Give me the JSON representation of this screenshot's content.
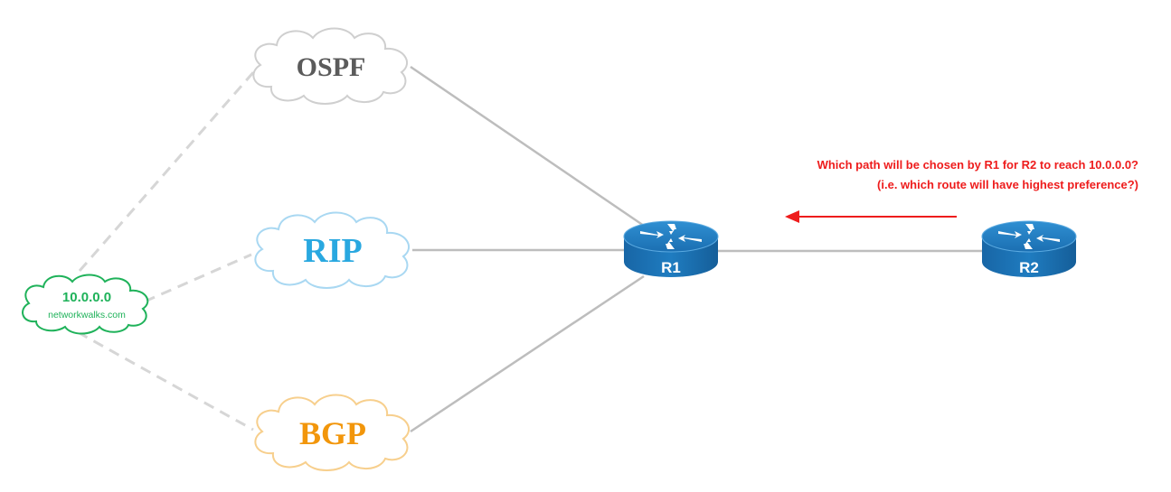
{
  "colors": {
    "ospf": "#5b5b5b",
    "rip": "#29a8e0",
    "bgp": "#f2960b",
    "destination": "#1fb25a",
    "router": "#1a74b8",
    "arrow": "#ee1c1c",
    "link": "#bdbdbd"
  },
  "destination": {
    "prefix": "10.0.0.0",
    "site": "networkwalks.com"
  },
  "protocols": {
    "ospf": "OSPF",
    "rip": "RIP",
    "bgp": "BGP"
  },
  "routers": {
    "r1": "R1",
    "r2": "R2"
  },
  "question": {
    "line1": "Which path will be chosen by R1 for R2 to reach 10.0.0.0?",
    "line2": "(i.e. which route will have highest preference?)"
  },
  "icons": {
    "router": "router-icon",
    "cloud": "cloud-icon",
    "arrow": "left-arrow-icon"
  }
}
